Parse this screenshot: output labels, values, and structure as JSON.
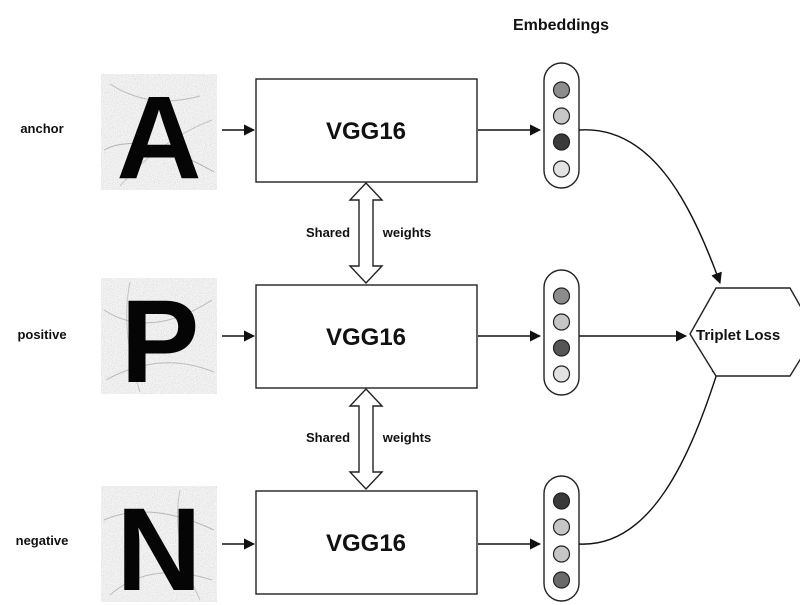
{
  "header": {
    "embeddings_label": "Embeddings"
  },
  "rows": [
    {
      "label": "anchor",
      "letter": "A",
      "model_label": "VGG16",
      "embedding_dots": [
        "#8c8c8c",
        "#c6c6c6",
        "#3a3a3a",
        "#e2e2e2"
      ]
    },
    {
      "label": "positive",
      "letter": "P",
      "model_label": "VGG16",
      "embedding_dots": [
        "#8c8c8c",
        "#c6c6c6",
        "#555555",
        "#e2e2e2"
      ]
    },
    {
      "label": "negative",
      "letter": "N",
      "model_label": "VGG16",
      "embedding_dots": [
        "#3a3a3a",
        "#c6c6c6",
        "#c6c6c6",
        "#6a6a6a"
      ]
    }
  ],
  "shared_weights": [
    {
      "left": "Shared",
      "right": "weights"
    },
    {
      "left": "Shared",
      "right": "weights"
    }
  ],
  "loss": {
    "label": "Triplet Loss"
  },
  "colors": {
    "stroke": "#222222",
    "texture_light": "#e6e6e6",
    "texture_dark": "#9a9a9a"
  }
}
